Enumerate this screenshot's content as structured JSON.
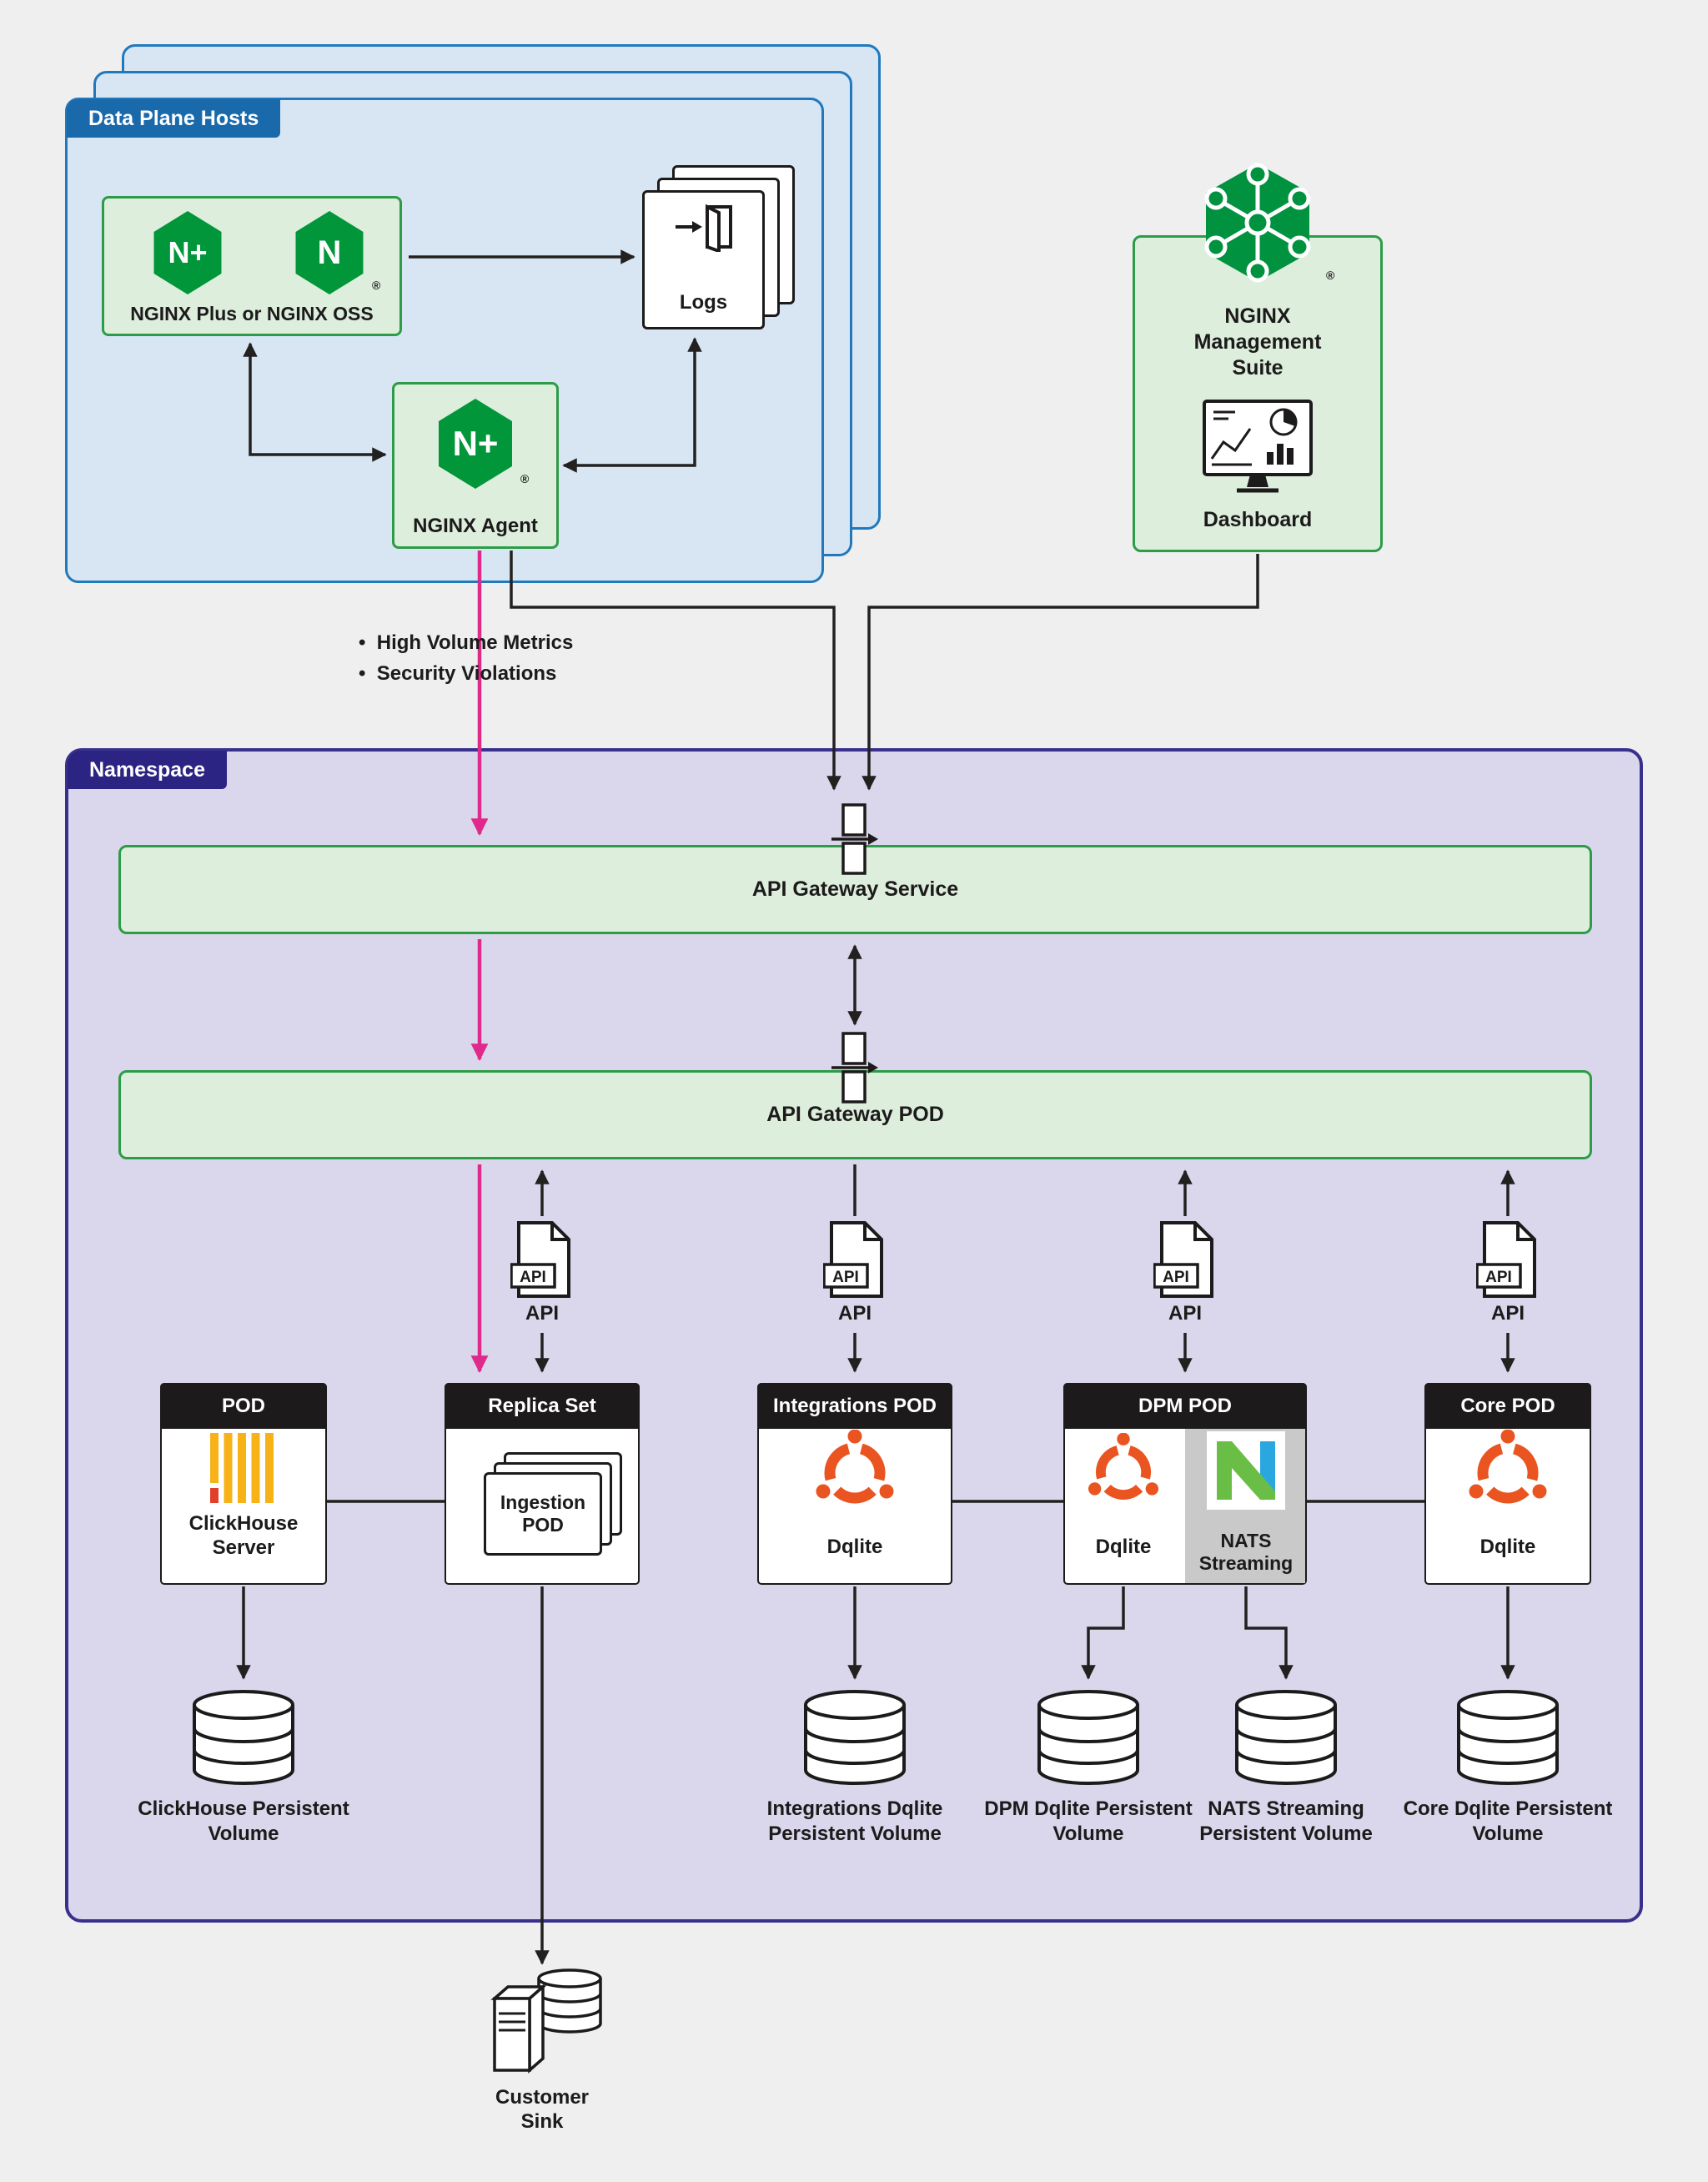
{
  "registered_mark": "®",
  "data_plane": {
    "label": "Data Plane Hosts",
    "nginx_box": {
      "label": "NGINX Plus or NGINX OSS",
      "plus_icon_text": "N+",
      "oss_icon_text": "N"
    },
    "logs_label": "Logs",
    "agent": {
      "label": "NGINX Agent",
      "icon_text": "N+"
    }
  },
  "management_suite": {
    "title": "NGINX Management Suite",
    "dashboard_label": "Dashboard"
  },
  "agent_outputs": {
    "items": [
      "High Volume Metrics",
      "Security Violations"
    ]
  },
  "namespace": {
    "label": "Namespace",
    "api_gateway_service_label": "API Gateway Service",
    "api_gateway_pod_label": "API Gateway POD",
    "api_label": "API",
    "pods": [
      {
        "header": "POD",
        "label": "ClickHouse Server",
        "icon": "clickhouse-logo-icon"
      },
      {
        "header": "Replica Set",
        "inner_label": "Ingestion POD"
      },
      {
        "header": "Integrations POD",
        "label": "Dqlite",
        "icon": "dqlite-logo-icon"
      },
      {
        "header": "DPM POD",
        "left": {
          "label": "Dqlite",
          "icon": "dqlite-logo-icon"
        },
        "right": {
          "label": "NATS Streaming",
          "icon": "nats-logo-icon"
        }
      },
      {
        "header": "Core POD",
        "label": "Dqlite",
        "icon": "dqlite-logo-icon"
      }
    ],
    "volumes": [
      {
        "label": "ClickHouse Persistent Volume"
      },
      {
        "label": "Integrations Dqlite Persistent Volume"
      },
      {
        "label": "DPM Dqlite Persistent Volume"
      },
      {
        "label": "NATS Streaming Persistent Volume"
      },
      {
        "label": "Core Dqlite Persistent Volume"
      }
    ]
  },
  "customer_sink_label": "Customer Sink",
  "icons": {
    "nginx_plus": "nginx-plus-hexagon-icon",
    "nginx_oss": "nginx-hexagon-icon",
    "logs": "open-door-logs-icon",
    "management_suite": "hexagon-network-icon",
    "dashboard": "monitor-dashboard-icon",
    "gateway_connector": "service-connector-icon",
    "api_doc": "api-document-icon",
    "database": "database-cylinder-icon",
    "customer_sink": "server-box-database-icon"
  },
  "colors": {
    "background": "#efeff0",
    "blue_border": "#2079bd",
    "blue_fill": "#d8e6f3",
    "blue_tab": "#1a69ab",
    "green_border": "#2d9c47",
    "green_fill": "#ddeedd",
    "nginx_green": "#009639",
    "purple_border": "#39308d",
    "purple_fill": "#dad6eb",
    "purple_tab": "#2c2482",
    "pink_arrow": "#df2a8c",
    "line_ink": "#232020",
    "pod_header": "#1c1a1a",
    "clickhouse_yellow": "#f7b217",
    "clickhouse_red": "#e0402a",
    "dqlite_orange": "#e95420",
    "nats_green": "#6bbe45",
    "nats_blue": "#2aa7df"
  }
}
